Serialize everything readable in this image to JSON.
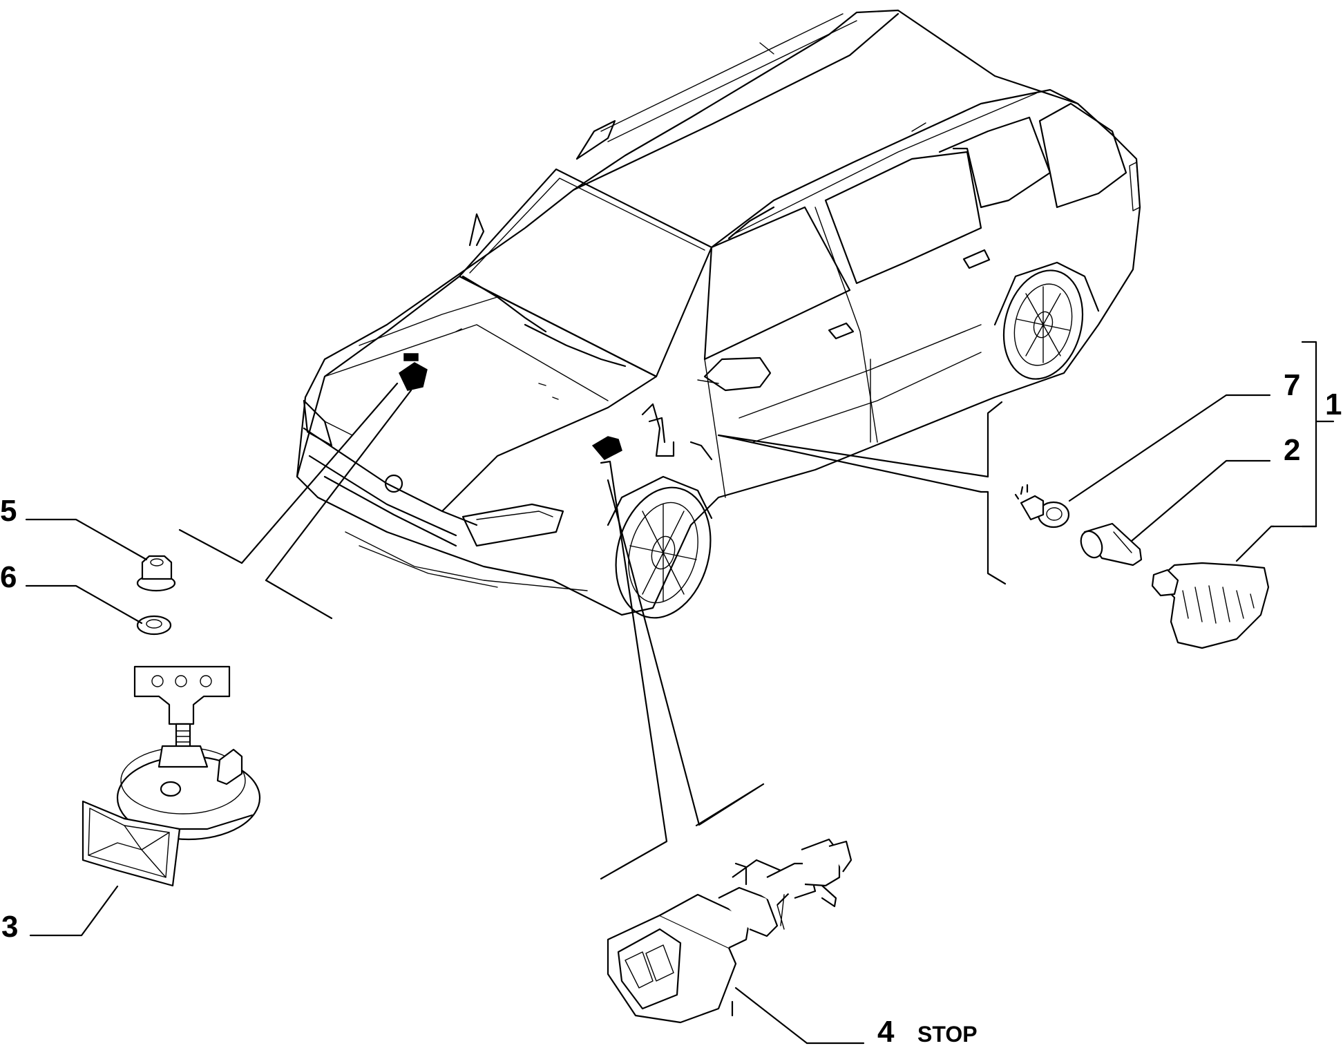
{
  "callouts": {
    "c1": "1",
    "c2": "2",
    "c3": "3",
    "c4": "4",
    "c4_suffix": "STOP",
    "c5": "5",
    "c6": "6",
    "c7": "7"
  }
}
